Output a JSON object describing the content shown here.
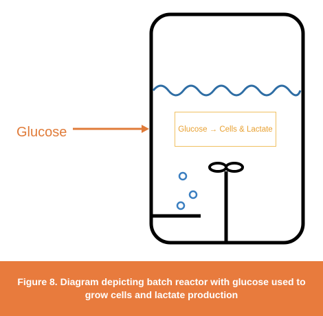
{
  "input_label": "Glucose",
  "reaction": "Glucose → Cells & Lactate",
  "caption": "Figure 8. Diagram depicting batch reactor with glucose used to grow cells and lactate production",
  "colors": {
    "reactor_outline": "#000000",
    "liquid_surface": "#2e6da4",
    "bubbles": "#3a7ec0",
    "arrow": "#e07b39",
    "reaction_box_border": "#f0c060",
    "reaction_text": "#e8a030",
    "caption_background": "#e87b3d",
    "caption_text": "#ffffff"
  }
}
